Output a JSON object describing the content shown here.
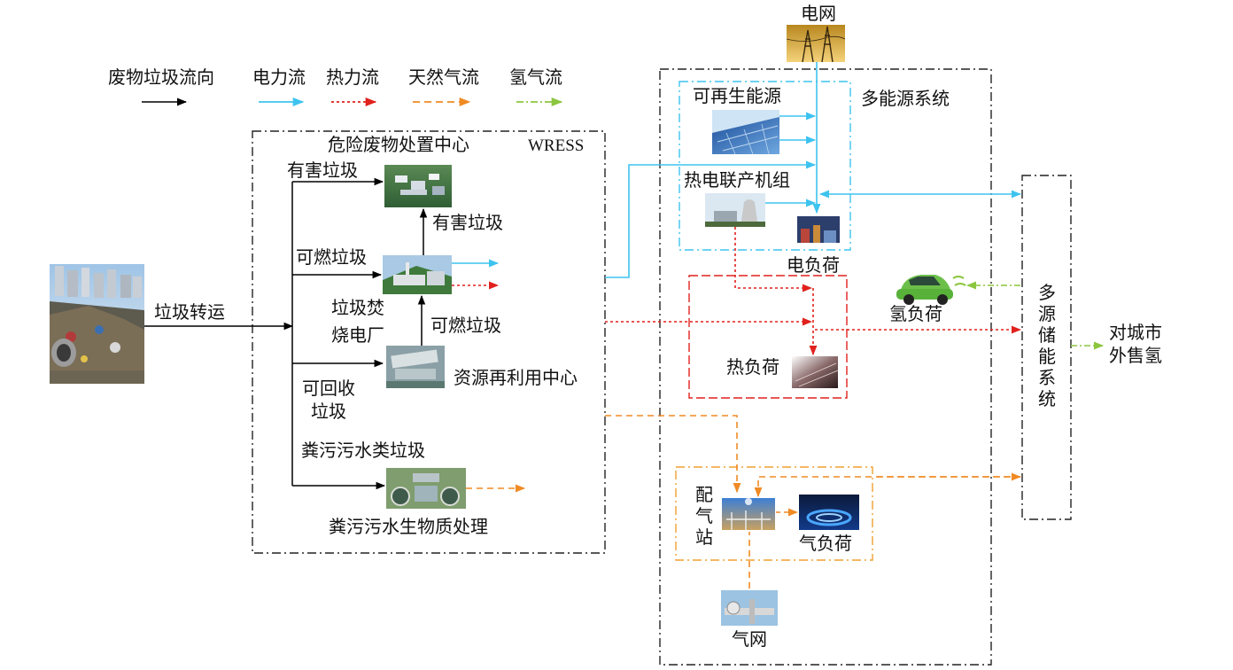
{
  "legend": {
    "waste_flow": "废物垃圾流向",
    "power_flow": "电力流",
    "heat_flow": "热力流",
    "gas_flow": "天然气流",
    "hydrogen_flow": "氢气流"
  },
  "colors": {
    "waste": "#000000",
    "power": "#3ec3ef",
    "heat": "#e0211d",
    "gas": "#f08a24",
    "hydrogen": "#8cc63f"
  },
  "grid_label": "电网",
  "wress": {
    "title": "危险废物处置中心",
    "system_name": "WRESS",
    "transfer_label": "垃圾转运",
    "branch_hazardous": "有害垃圾",
    "branch_combustible": "可燃垃圾",
    "branch_recyclable": "可回收垃圾",
    "branch_sewage": "粪污污水类垃圾",
    "incineration_plant": "垃圾焚烧电厂",
    "hazardous_up": "有害垃圾",
    "combustible_up": "可燃垃圾",
    "resource_center": "资源再利用中心",
    "sewage_biomass": "粪污污水生物质处理"
  },
  "mes": {
    "title": "多能源系统",
    "renewable": "可再生能源",
    "chp": "热电联产机组",
    "electric_load": "电负荷",
    "heat_load": "热负荷",
    "hydrogen_load": "氢负荷",
    "gas_station": "配气站",
    "gas_load": "气负荷",
    "gas_grid": "气网"
  },
  "storage": {
    "name": "多源储能系统"
  },
  "city_sale": {
    "line1": "对城市",
    "line2": "外售氢"
  }
}
